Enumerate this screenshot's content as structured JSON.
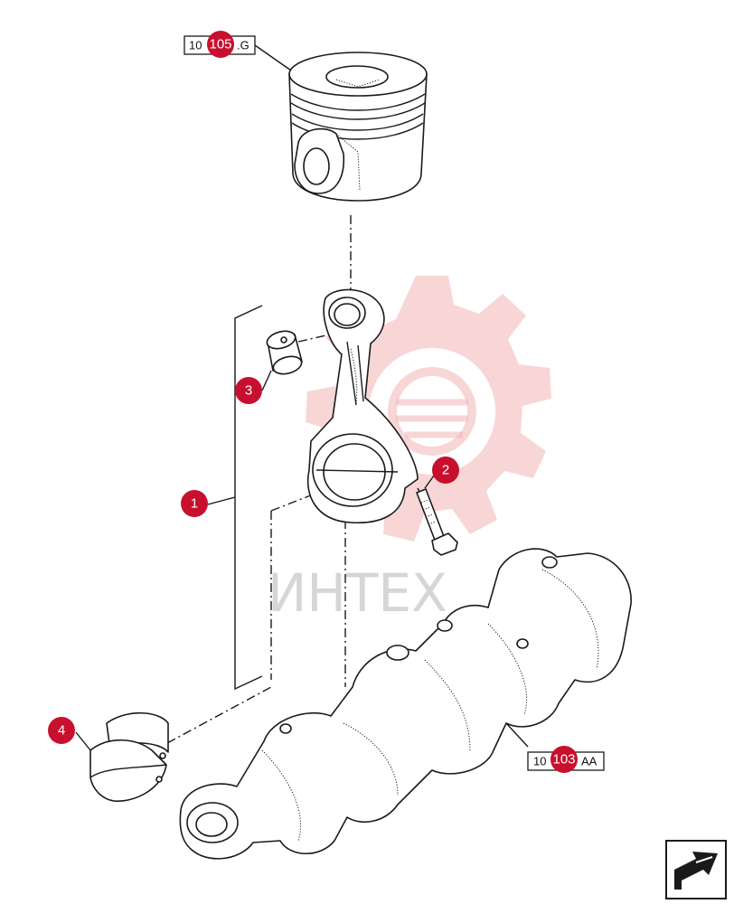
{
  "watermark": {
    "text": "ИНТЕХ",
    "color": "#f2b5b5"
  },
  "callouts": [
    {
      "id": "1",
      "label": "1"
    },
    {
      "id": "2",
      "label": "2"
    },
    {
      "id": "3",
      "label": "3"
    },
    {
      "id": "4",
      "label": "4"
    }
  ],
  "references": {
    "piston": {
      "left": "10",
      "badge": "105",
      "right": ".G"
    },
    "crankshaft": {
      "left": "10",
      "badge": "103",
      "right": "AA"
    }
  },
  "colors": {
    "callout": "#c8102e",
    "line": "#1a1a1a"
  },
  "nav_icon": "next-arrow-icon"
}
